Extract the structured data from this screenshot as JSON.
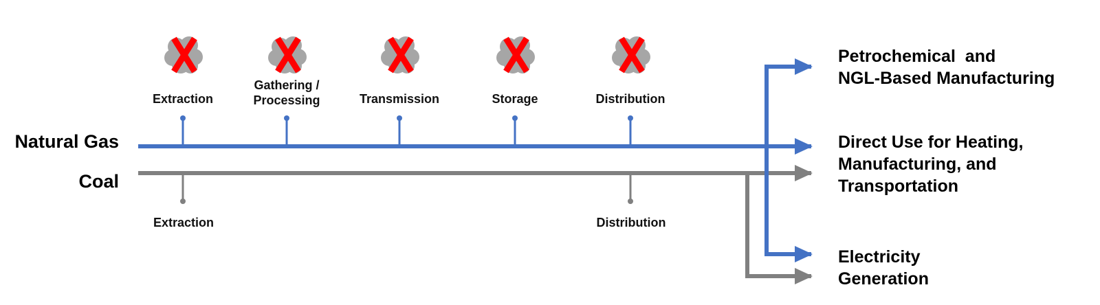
{
  "colors": {
    "natural_gas": "#4472c4",
    "coal": "#808080",
    "cross": "#ff0000",
    "cloud": "#a6a6a6",
    "text": "#000000"
  },
  "fuels": {
    "natural_gas": "Natural Gas",
    "coal": "Coal"
  },
  "natural_gas_stages": [
    {
      "lines": [
        "Extraction"
      ],
      "marked_emission": true
    },
    {
      "lines": [
        "Gathering /",
        "Processing"
      ],
      "marked_emission": true
    },
    {
      "lines": [
        "Transmission"
      ],
      "marked_emission": true
    },
    {
      "lines": [
        "Storage"
      ],
      "marked_emission": true
    },
    {
      "lines": [
        "Distribution"
      ],
      "marked_emission": true
    }
  ],
  "coal_stages": [
    {
      "lines": [
        "Extraction"
      ]
    },
    {
      "lines": [
        "Distribution"
      ]
    }
  ],
  "end_uses": [
    {
      "lines": [
        "Petrochemical  and",
        "NGL-Based Manufacturing"
      ],
      "fed_by": [
        "natural_gas"
      ]
    },
    {
      "lines": [
        "Direct Use for Heating,",
        "Manufacturing, and",
        "Transportation"
      ],
      "fed_by": [
        "natural_gas",
        "coal"
      ]
    },
    {
      "lines": [
        "Electricity",
        "Generation"
      ],
      "fed_by": [
        "natural_gas",
        "coal"
      ]
    }
  ],
  "icons": {
    "emission_mark": "cloud-crossed-out-icon"
  }
}
